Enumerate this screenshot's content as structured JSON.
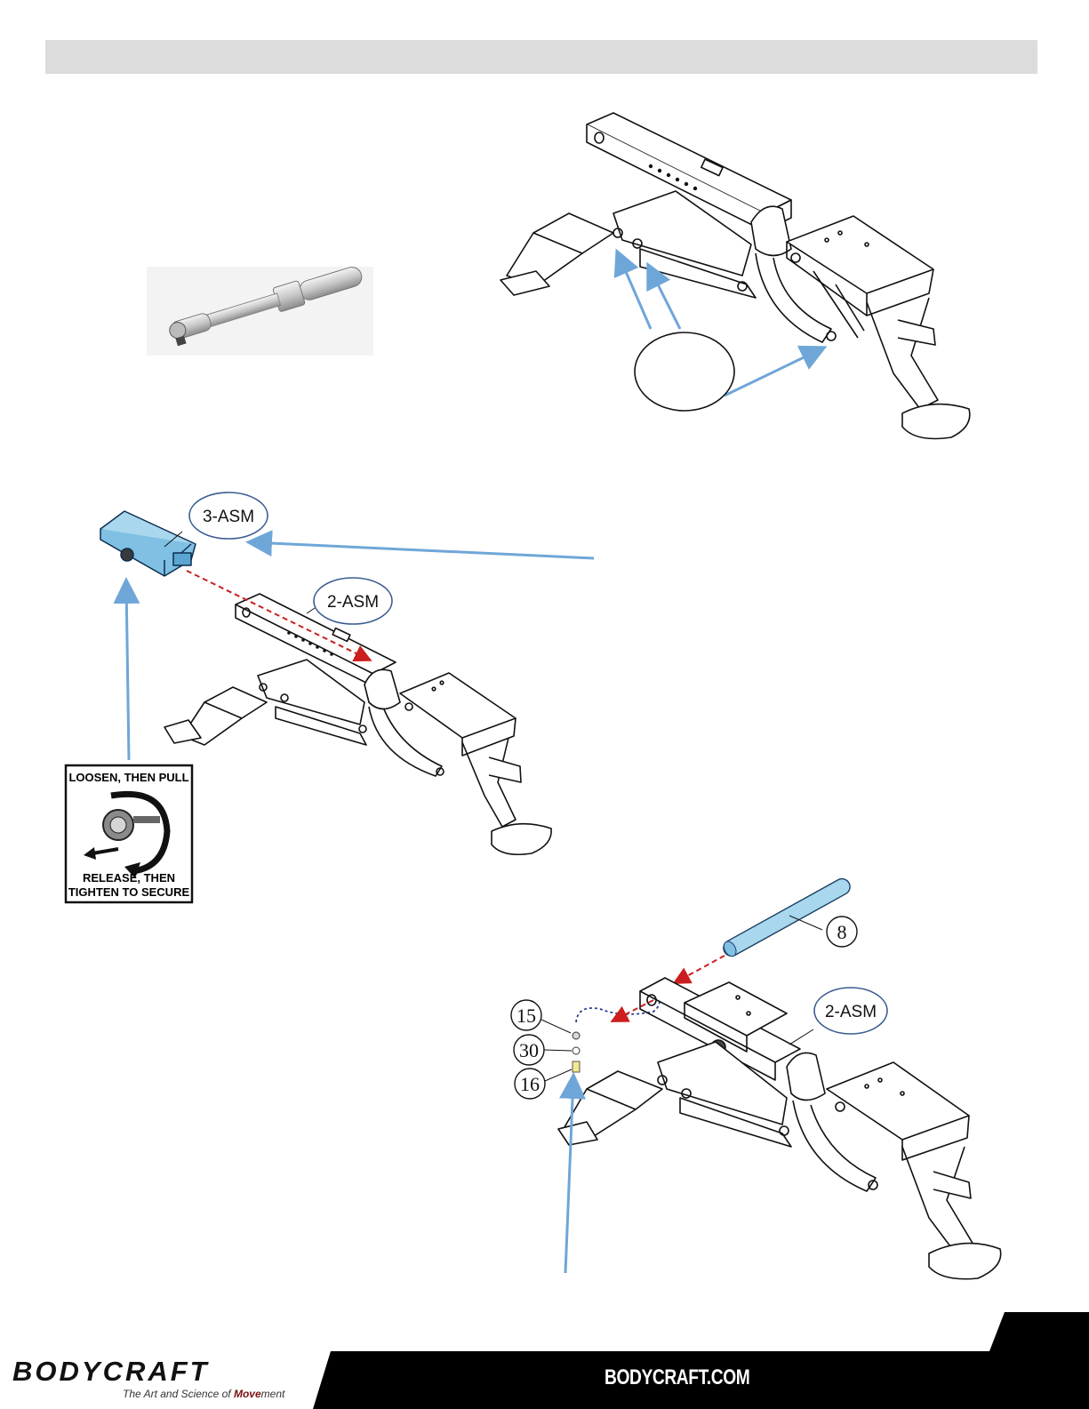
{
  "labels": {
    "asm3": "3-ASM",
    "asm2_upper": "2-ASM",
    "asm2_lower": "2-ASM",
    "part_8": "8",
    "part_15": "15",
    "part_30": "30",
    "part_16": "16"
  },
  "instruction_card": {
    "top": "LOOSEN, THEN PULL",
    "bottom_line1": "RELEASE, THEN",
    "bottom_line2": "TIGHTEN TO SECURE"
  },
  "footer": {
    "brand": "BODYCRAFT",
    "tagline_prefix": "The Art and Science of ",
    "tagline_move": "Move",
    "tagline_ment": "ment",
    "url": "BODYCRAFT.COM"
  },
  "colors": {
    "arrow_blue": "#6fa6d8",
    "part_blue": "#a9d7ee",
    "dash_red": "#cc1e1e",
    "dash_navy": "#2b3f8f",
    "header_gray": "#dcdcdc",
    "footer_black": "#000000"
  }
}
